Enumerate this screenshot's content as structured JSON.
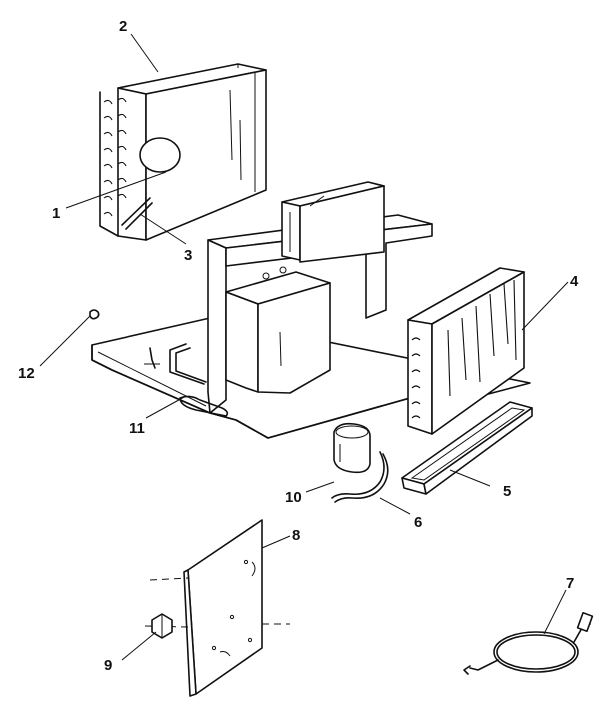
{
  "callouts": [
    {
      "id": "lbl-2",
      "text": "2"
    },
    {
      "id": "lbl-1",
      "text": "1"
    },
    {
      "id": "lbl-3",
      "text": "3"
    },
    {
      "id": "lbl-4",
      "text": "4"
    },
    {
      "id": "lbl-12",
      "text": "12"
    },
    {
      "id": "lbl-11",
      "text": "11"
    },
    {
      "id": "lbl-5",
      "text": "5"
    },
    {
      "id": "lbl-10",
      "text": "10"
    },
    {
      "id": "lbl-6",
      "text": "6"
    },
    {
      "id": "lbl-8",
      "text": "8"
    },
    {
      "id": "lbl-9",
      "text": "9"
    },
    {
      "id": "lbl-7",
      "text": "7"
    }
  ]
}
